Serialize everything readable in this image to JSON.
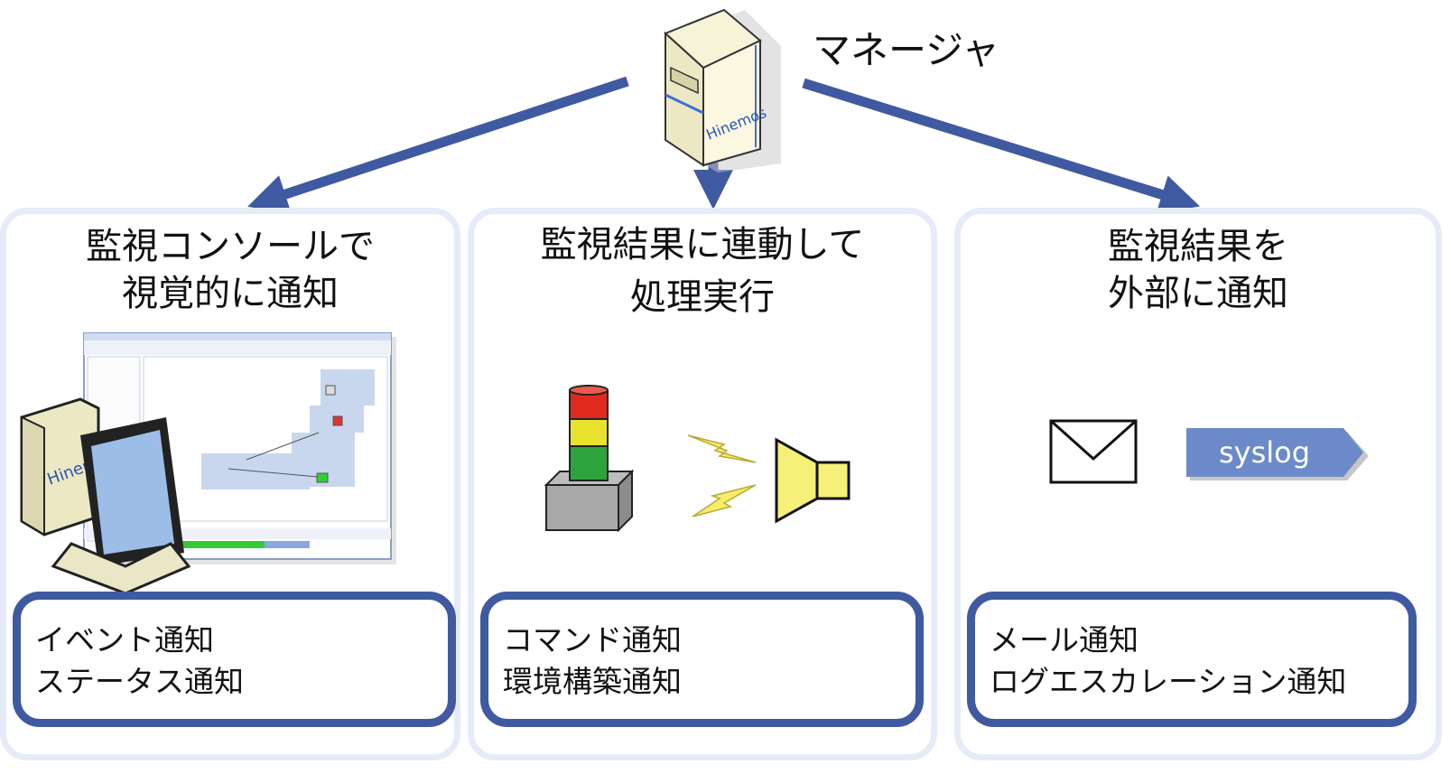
{
  "manager": {
    "label": "マネージャ",
    "server_brand": "Hinemos"
  },
  "panels": [
    {
      "title_lines": [
        "監視コンソールで",
        "視覚的に通知"
      ],
      "items": [
        "イベント通知",
        "ステータス通知"
      ],
      "illustration": "console-monitor-screenshot",
      "server_brand": "Hinemos"
    },
    {
      "title_lines": [
        "監視結果に連動して",
        "処理実行"
      ],
      "items": [
        "コマンド通知",
        "環境構築通知"
      ],
      "illustration": "signal-tower-and-speaker"
    },
    {
      "title_lines": [
        "監視結果を",
        "外部に通知"
      ],
      "items": [
        "メール通知",
        "ログエスカレーション通知"
      ],
      "illustration": "mail-and-syslog",
      "syslog_label": "syslog"
    }
  ],
  "colors": {
    "accent": "#3f5aa0",
    "panel_border": "#e6ecf7",
    "arrow": "#3f5aa0"
  }
}
